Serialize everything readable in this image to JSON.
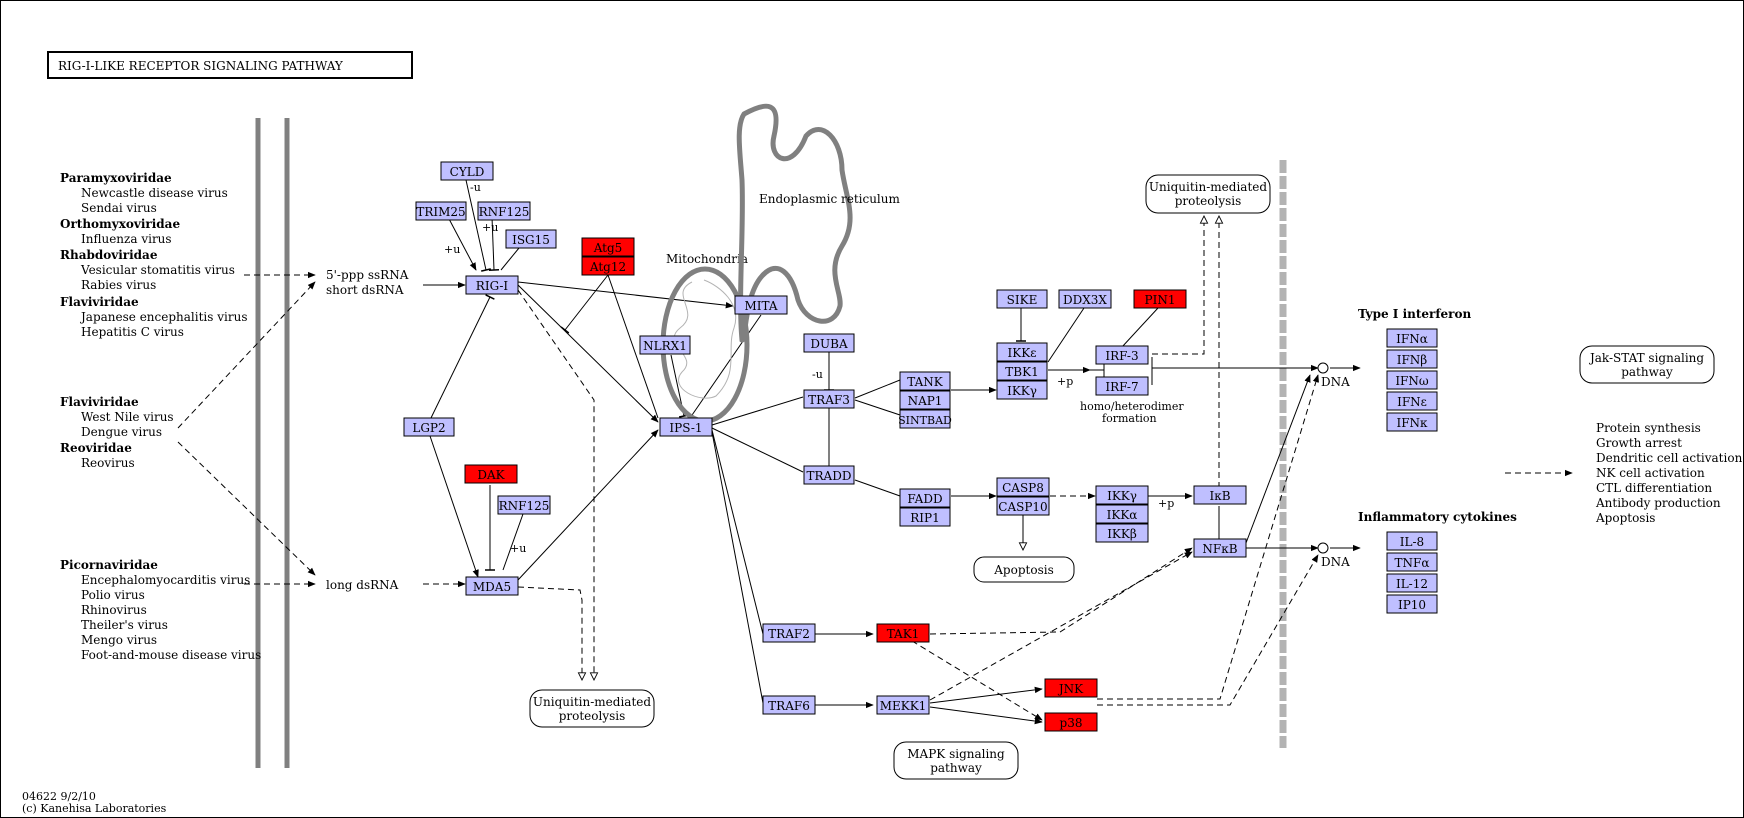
{
  "title": "RIG-I-LIKE RECEPTOR SIGNALING PATHWAY",
  "footer": {
    "map_id": "04622 9/2/10",
    "copyright": "(c) Kanehisa Laboratories"
  },
  "colors": {
    "gene_default": "#bfbfff",
    "gene_highlight": "#ff0000",
    "membrane": "#808080",
    "edge": "#000000"
  },
  "virus_groups": [
    {
      "family": "Paramyxoviridae",
      "members": [
        "Newcastle disease virus",
        "Sendai virus"
      ]
    },
    {
      "family": "Orthomyxoviridae",
      "members": [
        "Influenza virus"
      ]
    },
    {
      "family": "Rhabdoviridae",
      "members": [
        "Vesicular stomatitis virus",
        "Rabies virus"
      ]
    },
    {
      "family": "Flaviviridae",
      "members": [
        "Japanese encephalitis virus",
        "Hepatitis C virus"
      ]
    },
    {
      "family": "Flaviviridae",
      "members": [
        "West Nile virus",
        "Dengue virus"
      ]
    },
    {
      "family": "Reoviridae",
      "members": [
        "Reovirus"
      ]
    },
    {
      "family": "Picornaviridae",
      "members": [
        "Encephalomyocarditis virus",
        "Polio virus",
        "Rhinovirus",
        "Theiler's virus",
        "Mengo virus",
        "Foot-and-mouse disease virus"
      ]
    }
  ],
  "ligands": {
    "ssrna_line1": "5'-ppp ssRNA",
    "ssrna_line2": "short dsRNA",
    "long_dsrna": "long dsRNA"
  },
  "genes": {
    "cyld": "CYLD",
    "trim25": "TRIM25",
    "rnf125_a": "RNF125",
    "isg15": "ISG15",
    "atg5": "Atg5",
    "atg12": "Atg12",
    "rig_i": "RIG-I",
    "lgp2": "LGP2",
    "dak": "DAK",
    "rnf125_b": "RNF125",
    "mda5": "MDA5",
    "nlrx1": "NLRX1",
    "mita": "MITA",
    "ips1": "IPS-1",
    "duba": "DUBA",
    "traf3": "TRAF3",
    "tradd": "TRADD",
    "tank": "TANK",
    "nap1": "NAP1",
    "sintbad": "SINTBAD",
    "sike": "SIKE",
    "ddx3x": "DDX3X",
    "pin1": "PIN1",
    "ikke": "IKKε",
    "tbk1": "TBK1",
    "ikkg_a": "IKKγ",
    "irf3": "IRF-3",
    "irf7": "IRF-7",
    "fadd": "FADD",
    "rip1": "RIP1",
    "casp8": "CASP8",
    "casp10": "CASP10",
    "ikkg_b": "IKKγ",
    "ikka": "IKKα",
    "ikkb": "IKKβ",
    "ikb": "IκB",
    "nfkb": "NFκB",
    "traf2": "TRAF2",
    "tak1": "TAK1",
    "traf6": "TRAF6",
    "mekk1": "MEKK1",
    "jnk": "JNK",
    "p38": "p38",
    "ifna": "IFNα",
    "ifnb": "IFNβ",
    "ifnw": "IFNω",
    "ifne": "IFNε",
    "ifnk": "IFNκ",
    "il8": "IL-8",
    "tnfa": "TNFα",
    "il12": "IL-12",
    "ip10": "IP10"
  },
  "modifiers": {
    "u1": "-u",
    "u2": "+u",
    "u3": "+u",
    "u4": "+u",
    "u5": "-u",
    "p1": "+p",
    "p2": "+p"
  },
  "compartments": {
    "er": "Endoplasmic reticulum",
    "mito": "Mitochondria",
    "homo_line1": "homo/heterodimer",
    "homo_line2": "formation",
    "dna_a": "DNA",
    "dna_b": "DNA",
    "type1_ifn": "Type I interferon",
    "inflammatory": "Inflammatory cytokines"
  },
  "pathways": {
    "ubiq_top_l1": "Uniquitin-mediated",
    "ubiq_top_l2": "proteolysis",
    "ubiq_bottom_l1": "Uniquitin-mediated",
    "ubiq_bottom_l2": "proteolysis",
    "apoptosis": "Apoptosis",
    "mapk_l1": "MAPK signaling",
    "mapk_l2": "pathway",
    "jakstat_l1": "Jak-STAT signaling",
    "jakstat_l2": "pathway"
  },
  "outcomes": [
    "Protein synthesis",
    "Growth arrest",
    "Dendritic cell activation",
    "NK cell activation",
    "CTL differentiation",
    "Antibody production",
    "Apoptosis"
  ]
}
